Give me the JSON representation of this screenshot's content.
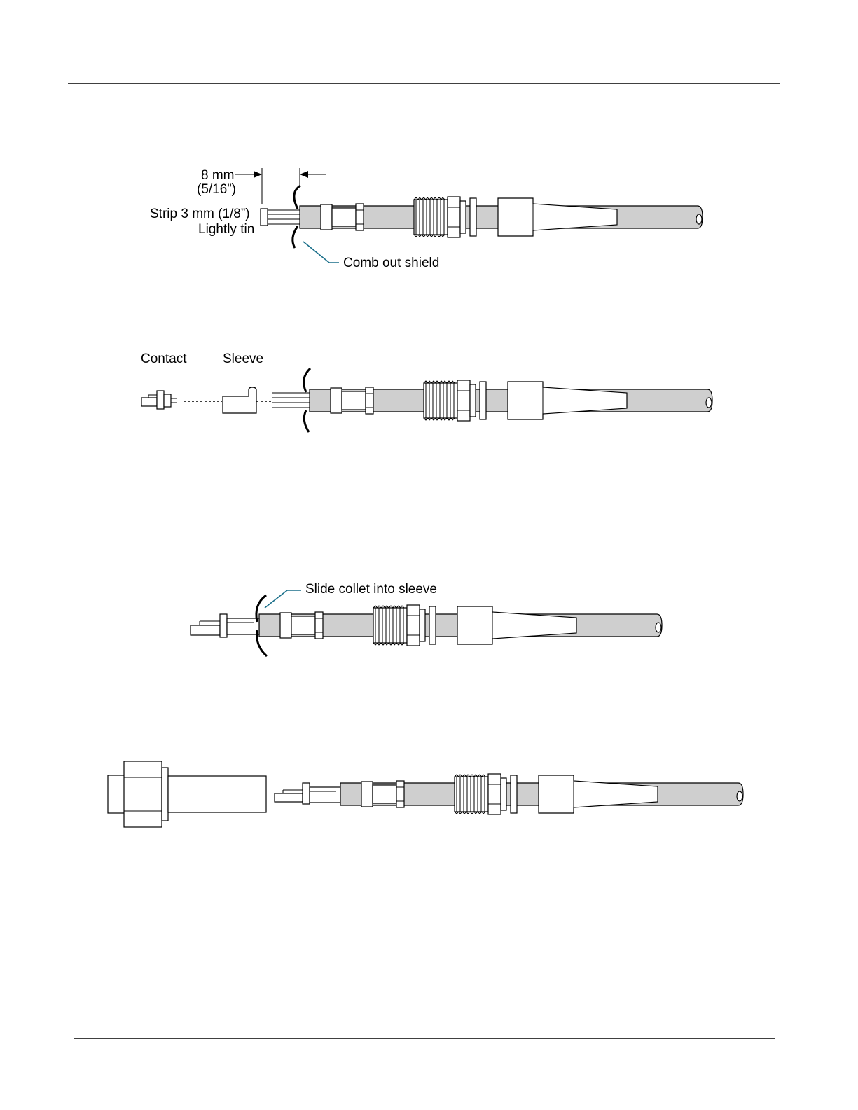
{
  "figure1": {
    "dim_top": "8 mm",
    "dim_bottom": "(5/16”)",
    "strip_line1": "Strip 3 mm (1/8”)",
    "strip_line2": "Lightly tin",
    "shield_label": "Comb out shield"
  },
  "figure2": {
    "contact_label": "Contact",
    "sleeve_label": "Sleeve"
  },
  "figure3": {
    "collet_label": "Slide collet into sleeve"
  },
  "colors": {
    "cable_fill": "#cfcfcf",
    "leader_line": "#1a6f8a"
  }
}
